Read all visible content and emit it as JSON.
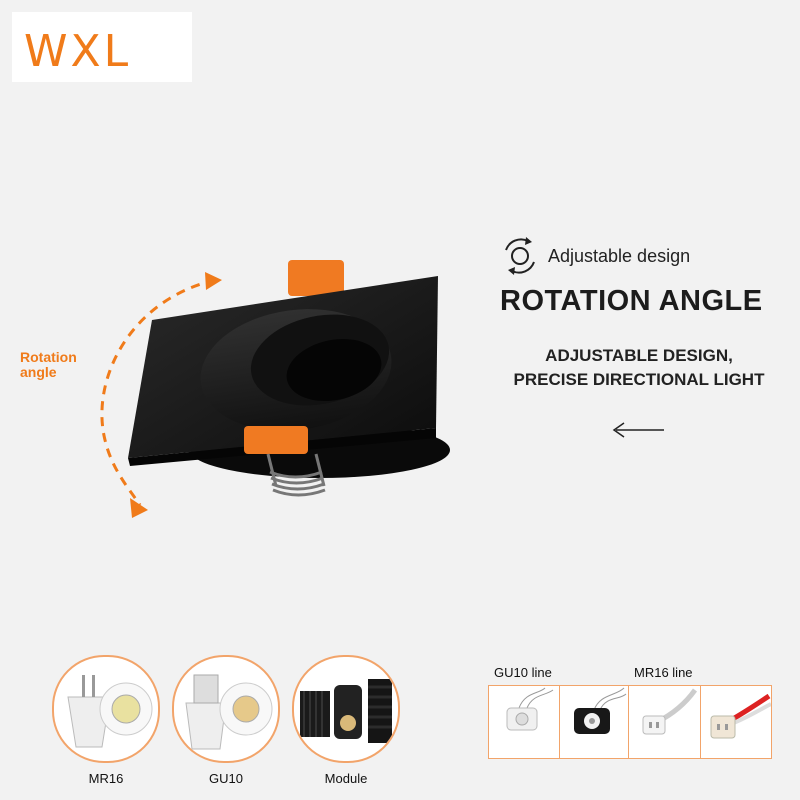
{
  "brand": {
    "logo_text": "WXL"
  },
  "rotation": {
    "label_line1": "Rotation",
    "label_line2": "angle"
  },
  "feature": {
    "header_label": "Adjustable design",
    "header_icon": "rotate-icon",
    "title": "ROTATION ANGLE",
    "subtitle_line1": "ADJUSTABLE DESIGN,",
    "subtitle_line2": "PRECISE DIRECTIONAL LIGHT"
  },
  "bulbs": [
    {
      "caption": "MR16"
    },
    {
      "caption": "GU10"
    },
    {
      "caption": "Module"
    }
  ],
  "lines": {
    "gu10_label": "GU10 line",
    "mr16_label": "MR16 line"
  },
  "colors": {
    "accent": "#f07b1a",
    "fixture": "#141414"
  }
}
